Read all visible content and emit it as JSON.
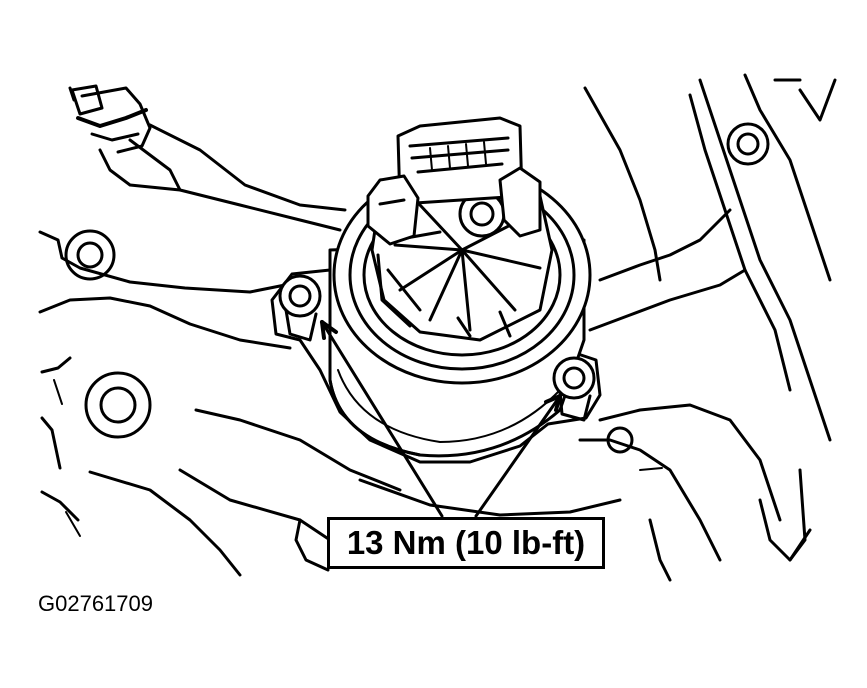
{
  "diagram": {
    "callout_label": "13 Nm (10 lb-ft)",
    "figure_id": "G02761709",
    "callout_targets": 2
  }
}
